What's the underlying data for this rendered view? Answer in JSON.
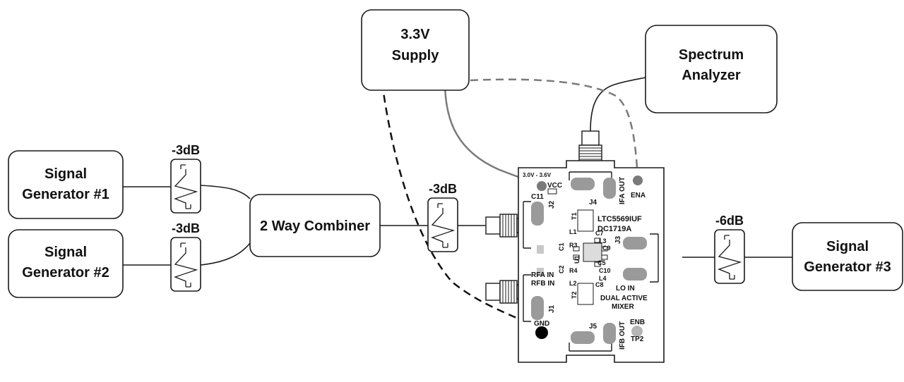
{
  "blocks": {
    "supply": {
      "line1": "3.3V",
      "line2": "Supply"
    },
    "analyzer": {
      "line1": "Spectrum",
      "line2": "Analyzer"
    },
    "gen1": {
      "line1": "Signal",
      "line2": "Generator #1"
    },
    "gen2": {
      "line1": "Signal",
      "line2": "Generator #2"
    },
    "gen3": {
      "line1": "Signal",
      "line2": "Generator #3"
    },
    "combiner": {
      "label": "2 Way Combiner"
    }
  },
  "attenuators": {
    "att1": "-3dB",
    "att2": "-3dB",
    "att3": "-3dB",
    "att4": "-6dB"
  },
  "board": {
    "voltage_range": "3.0V - 3.6V",
    "vcc": "VCC",
    "ena": "ENA",
    "enb": "ENB",
    "gnd": "GND",
    "tp2": "TP2",
    "part_number": "LTC5569IUF",
    "demo_board": "DC1719A",
    "description_1": "DUAL ACTIVE",
    "description_2": "MIXER",
    "rfa_in": "RFA IN",
    "rfb_in": "RFB IN",
    "ifa_out": "IFA OUT",
    "ifb_out": "IFB OUT",
    "lo_in": "LO IN",
    "connectors": {
      "j1": "J1",
      "j2": "J2",
      "j3": "J3",
      "j4": "J4",
      "j5": "J5"
    },
    "components": {
      "c1": "C1",
      "c2": "C2",
      "c5": "C5",
      "c7": "C7",
      "c8": "C8",
      "c9": "C9",
      "c10": "C10",
      "c11": "C11",
      "l1": "L1",
      "l2": "L2",
      "l3": "L3",
      "l4": "L4",
      "r3": "R3",
      "r4": "R4",
      "t1": "T1",
      "t2": "T2",
      "u1": "U1"
    }
  },
  "colors": {
    "ink": "#1a1a1a",
    "supply_positive_wire": "#7a7a7a",
    "board_pads": "#9a9a9a",
    "board_fill": "#ffffff"
  }
}
